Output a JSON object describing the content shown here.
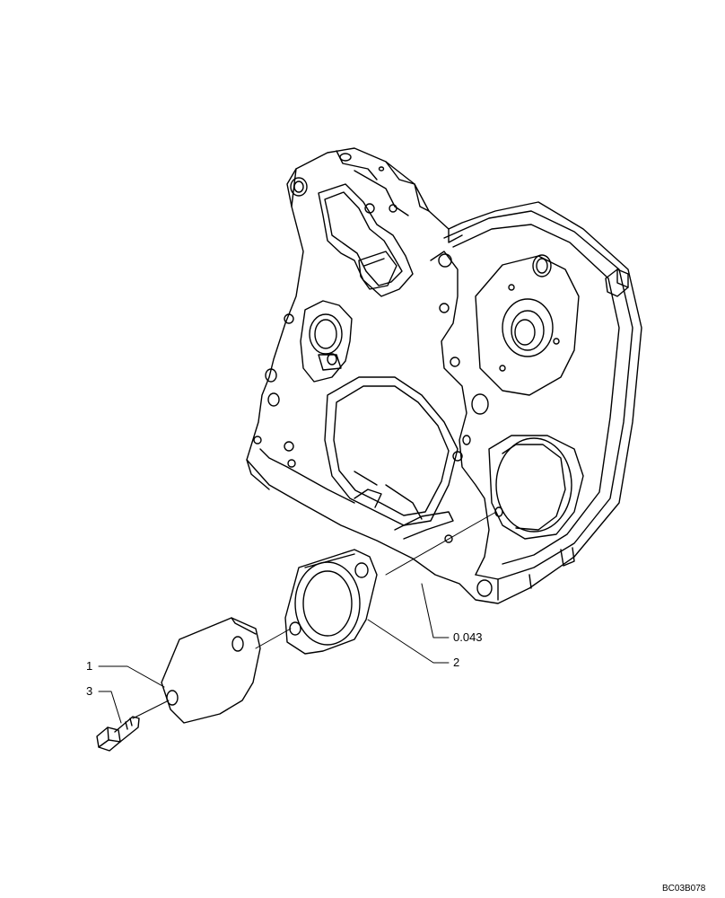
{
  "diagram": {
    "callouts": {
      "c1": "1",
      "c2": "2",
      "c3": "3",
      "c0043": "0.043"
    },
    "parts": {
      "housing": "timing-gear-housing",
      "gasket": "gasket",
      "cover_plate": "cover-plate",
      "bolt": "bolt"
    },
    "reference_code": "BC03B078"
  }
}
